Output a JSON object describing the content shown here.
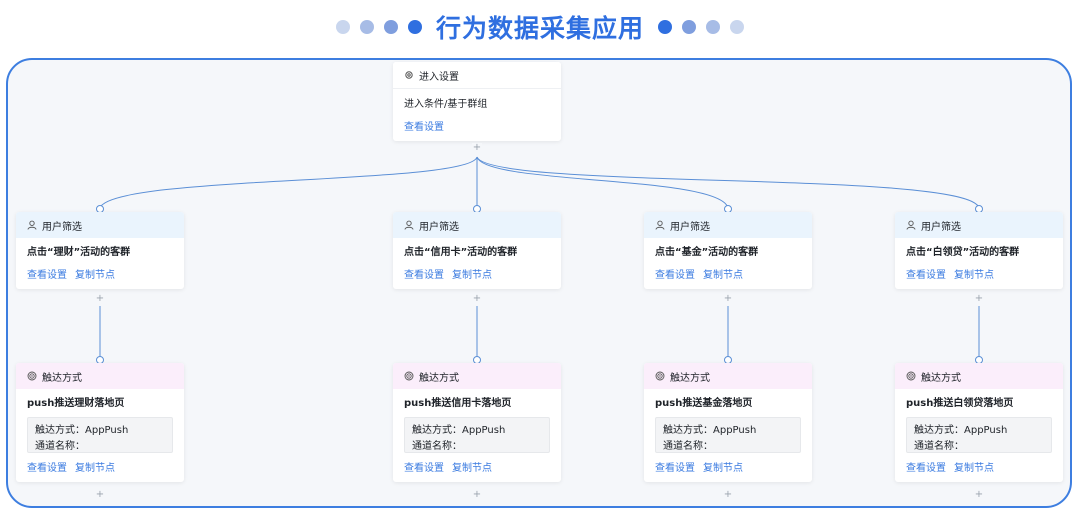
{
  "header": {
    "title": "行为数据采集应用",
    "dot_colors_left": [
      "#c9d6ee",
      "#a7bce6",
      "#7f9ede",
      "#2f6fe0"
    ],
    "dot_colors_right": [
      "#2f6fe0",
      "#7f9ede",
      "#a7bce6",
      "#c9d6ee"
    ]
  },
  "entry": {
    "head_label": "进入设置",
    "icon": "gear-icon",
    "desc": "进入条件/基于群组",
    "view_label": "查看设置"
  },
  "branches": [
    {
      "filter": {
        "head_label": "用户筛选",
        "icon": "user-icon",
        "desc": "点击“理财”活动的客群",
        "view_label": "查看设置",
        "copy_label": "复制节点"
      },
      "touch": {
        "head_label": "触达方式",
        "icon": "target-icon",
        "desc": "push推送理财落地页",
        "method_line": "触达方式：AppPush",
        "channel_line": "通道名称：",
        "view_label": "查看设置",
        "copy_label": "复制节点"
      }
    },
    {
      "filter": {
        "head_label": "用户筛选",
        "icon": "user-icon",
        "desc": "点击“信用卡”活动的客群",
        "view_label": "查看设置",
        "copy_label": "复制节点"
      },
      "touch": {
        "head_label": "触达方式",
        "icon": "target-icon",
        "desc": "push推送信用卡落地页",
        "method_line": "触达方式：AppPush",
        "channel_line": "通道名称：",
        "view_label": "查看设置",
        "copy_label": "复制节点"
      }
    },
    {
      "filter": {
        "head_label": "用户筛选",
        "icon": "user-icon",
        "desc": "点击“基金”活动的客群",
        "view_label": "查看设置",
        "copy_label": "复制节点"
      },
      "touch": {
        "head_label": "触达方式",
        "icon": "target-icon",
        "desc": "push推送基金落地页",
        "method_line": "触达方式：AppPush",
        "channel_line": "通道名称：",
        "view_label": "查看设置",
        "copy_label": "复制节点"
      }
    },
    {
      "filter": {
        "head_label": "用户筛选",
        "icon": "user-icon",
        "desc": "点击“白领贷”活动的客群",
        "view_label": "查看设置",
        "copy_label": "复制节点"
      },
      "touch": {
        "head_label": "触达方式",
        "icon": "target-icon",
        "desc": "push推送白领贷落地页",
        "method_line": "触达方式：AppPush",
        "channel_line": "通道名称：",
        "view_label": "查看设置",
        "copy_label": "复制节点"
      }
    }
  ],
  "plus_symbol": "+",
  "colors": {
    "accent": "#2f6fe0",
    "link": "#3b7be0",
    "connector": "#5b8fd6"
  }
}
